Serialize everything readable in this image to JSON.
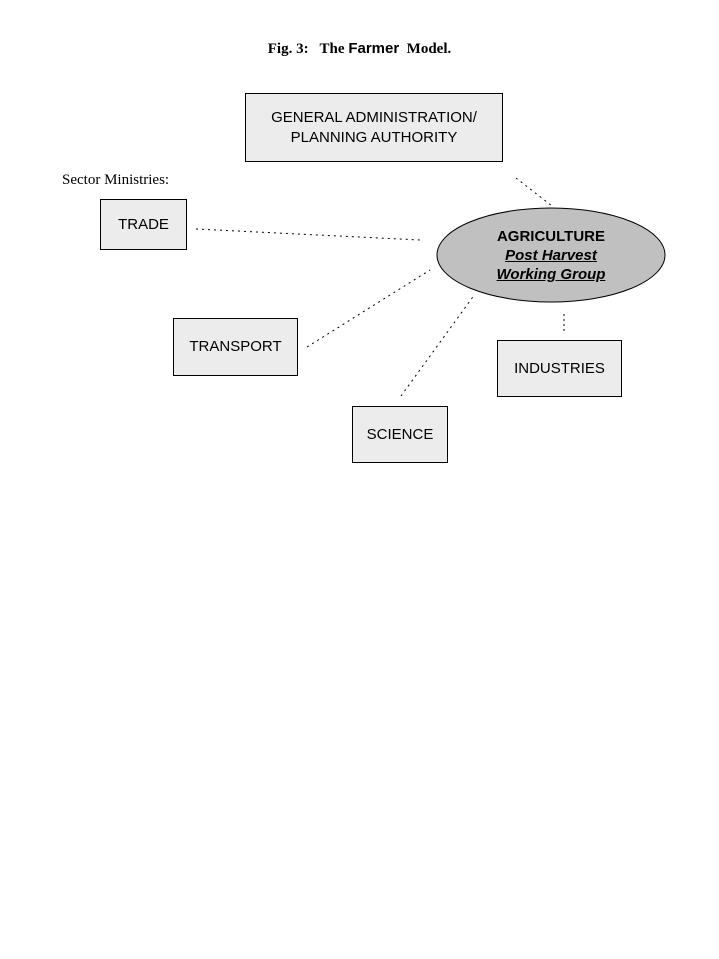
{
  "figure": {
    "title_prefix": "Fig. 3:   The ",
    "title_emphasis": "Farmer",
    "title_suffix": "  Model."
  },
  "sector_label": "Sector Ministries:",
  "nodes": {
    "admin": {
      "line1": "GENERAL ADMINISTRATION/",
      "line2": "PLANNING AUTHORITY"
    },
    "trade": {
      "label": "TRADE"
    },
    "transport": {
      "label": "TRANSPORT"
    },
    "industries": {
      "label": "INDUSTRIES"
    },
    "science": {
      "label": "SCIENCE"
    },
    "hub": {
      "line1": "AGRICULTURE",
      "line2": "Post Harvest",
      "line3": "Working Group"
    }
  },
  "colors": {
    "box_fill": "#ececec",
    "hub_fill": "#c0c0c0",
    "stroke": "#000000"
  }
}
